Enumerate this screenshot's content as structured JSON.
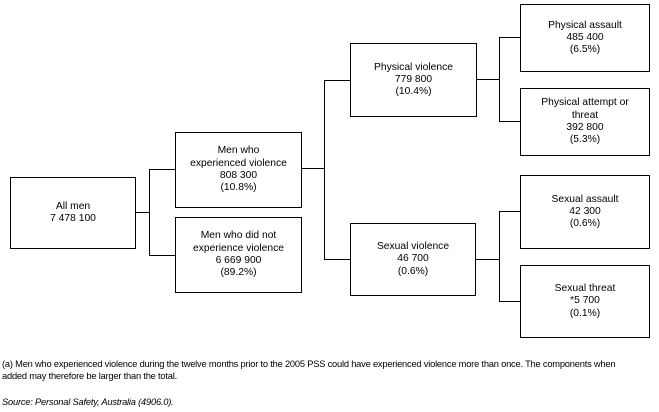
{
  "diagram": {
    "title_hint": "Men's experience of violence during the 12 months prior to the 2005 PSS",
    "colors": {
      "background": "#ffffff",
      "border": "#000000",
      "text": "#000000"
    },
    "boxes": {
      "all_men": {
        "lines": [
          "All men",
          "7 478 100"
        ]
      },
      "experienced_violence": {
        "lines": [
          "Men who",
          "experienced violence",
          "808 300",
          "(10.8%)"
        ]
      },
      "did_not_experience_violence": {
        "lines": [
          "Men who did not",
          "experience violence",
          "6 669 900",
          "(89.2%)"
        ]
      },
      "physical_violence": {
        "lines": [
          "Physical violence",
          "779 800",
          "(10.4%)"
        ]
      },
      "sexual_violence": {
        "lines": [
          "Sexual violence",
          "46 700",
          "(0.6%)"
        ]
      },
      "physical_assault": {
        "lines": [
          "Physical assault",
          "485 400",
          "(6.5%)"
        ]
      },
      "physical_attempt_or_threat": {
        "lines": [
          "Physical attempt or",
          "threat",
          "392 800",
          "(5.3%)"
        ]
      },
      "sexual_assault": {
        "lines": [
          "Sexual assault",
          "42 300",
          "(0.6%)"
        ]
      },
      "sexual_threat": {
        "lines": [
          "Sexual threat",
          "*5 700",
          "(0.1%)"
        ]
      }
    },
    "footnote": {
      "line1": "(a) Men who experienced violence during the twelve months prior to the 2005 PSS could have experienced violence more than once. The components when",
      "line2": "added may therefore be larger than the total."
    },
    "source": "Source: Personal Safety, Australia (4906.0)."
  }
}
